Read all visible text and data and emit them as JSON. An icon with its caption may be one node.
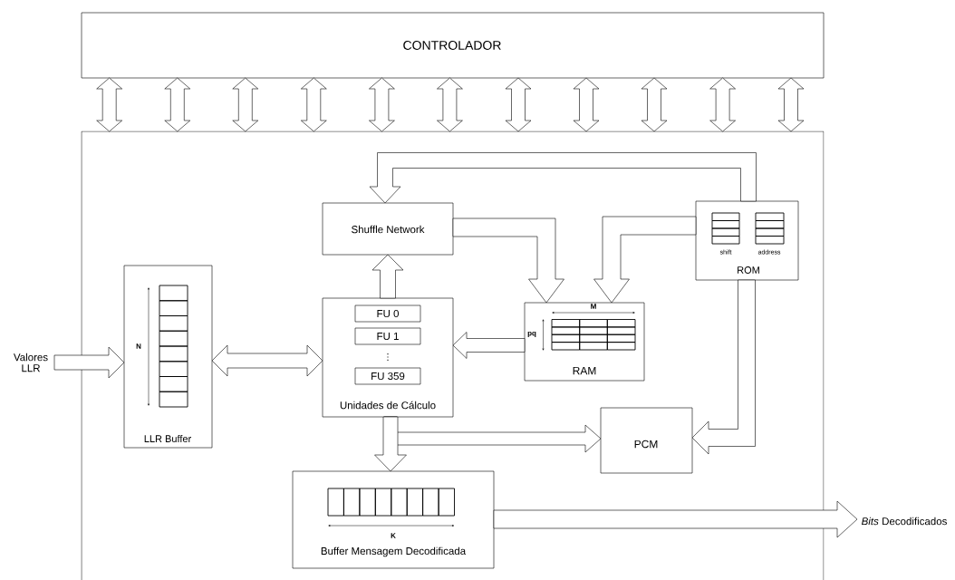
{
  "diagram": {
    "nodes": [
      {
        "text": [
          "CONTROLADOR"
        ]
      },
      {
        "text": [],
        "shape": "box"
      },
      {
        "text": [
          "Valores LLR"
        ]
      },
      {
        "text": [
          "LLR Buffer"
        ],
        "in": 1
      },
      {
        "text": [
          "Shuffle Network"
        ],
        "in": 1
      },
      {
        "text": [
          "shift",
          "address",
          "ROM"
        ],
        "in": 1
      },
      {
        "text": [
          "Unidades de Cálculo"
        ],
        "in": 1
      },
      {
        "text": [
          "FU 0"
        ],
        "in": 6
      },
      {
        "text": [
          "FU 1"
        ],
        "in": 6
      },
      {
        "text": [
          "FU 359"
        ],
        "in": 6
      },
      {
        "text": [
          "RAM"
        ],
        "in": 1
      },
      {
        "text": [
          "PCM"
        ],
        "in": 1
      },
      {
        "text": [
          "Buffer Mensagem Decodificada"
        ],
        "in": 1
      },
      {
        "text": [
          "*Bits* Decodificados"
        ]
      }
    ],
    "edges": [
      {
        "from": 0,
        "to": 1,
        "arrow": "both"
      },
      {
        "from": 0,
        "to": 1,
        "arrow": "both"
      },
      {
        "from": 0,
        "to": 1,
        "arrow": "both"
      },
      {
        "from": 0,
        "to": 1,
        "arrow": "both"
      },
      {
        "from": 0,
        "to": 1,
        "arrow": "both"
      },
      {
        "from": 0,
        "to": 1,
        "arrow": "both"
      },
      {
        "from": 0,
        "to": 1,
        "arrow": "both"
      },
      {
        "from": 0,
        "to": 1,
        "arrow": "both"
      },
      {
        "from": 0,
        "to": 1,
        "arrow": "both"
      },
      {
        "from": 0,
        "to": 1,
        "arrow": "both"
      },
      {
        "from": 0,
        "to": 1,
        "arrow": "both"
      },
      {
        "from": 2,
        "to": 3,
        "arrow": "to"
      },
      {
        "from": 3,
        "to": 6,
        "arrow": "both"
      },
      {
        "from": 6,
        "to": 4,
        "arrow": "to"
      },
      {
        "from": 5,
        "to": 4,
        "arrow": "to"
      },
      {
        "from": 4,
        "to": 10,
        "arrow": "to"
      },
      {
        "from": 5,
        "to": 10,
        "arrow": "to"
      },
      {
        "from": 10,
        "to": 6,
        "arrow": "to"
      },
      {
        "from": 6,
        "to": 12,
        "arrow": "to"
      },
      {
        "from": 6,
        "to": 11,
        "arrow": "to"
      },
      {
        "from": 5,
        "to": 11,
        "arrow": "to"
      },
      {
        "from": 12,
        "to": 13,
        "arrow": "to"
      }
    ],
    "labels": [
      "M",
      "pq",
      "N",
      "⋮",
      "K"
    ]
  }
}
